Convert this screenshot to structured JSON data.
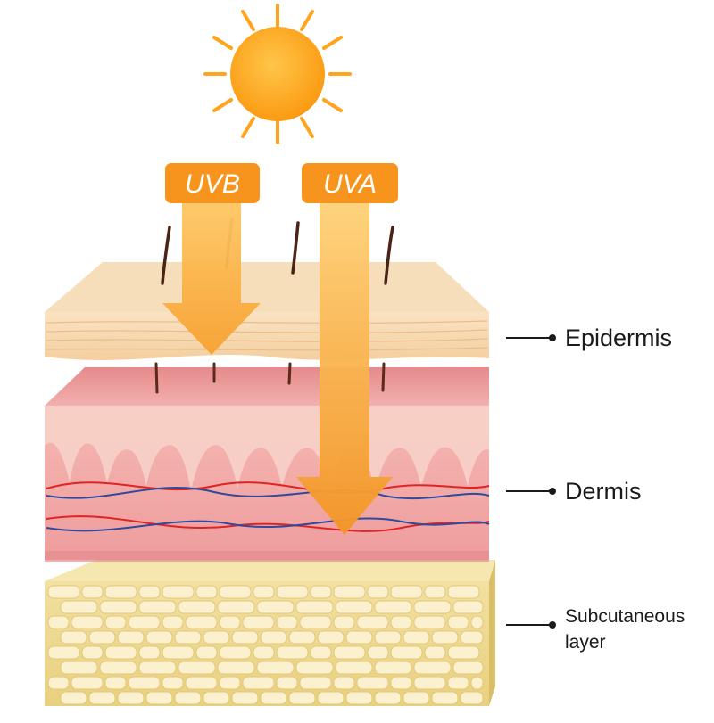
{
  "rays": {
    "uvb": {
      "label": "UVB"
    },
    "uva": {
      "label": "UVA"
    }
  },
  "layers": {
    "epidermis": {
      "label": "Epidermis"
    },
    "dermis": {
      "label": "Dermis"
    },
    "subcutaneous": {
      "label_line1": "Subcutaneous",
      "label_line2": "layer"
    }
  },
  "colors": {
    "sun": "#FFA41C",
    "uv_tag": "#F7941D",
    "epidermis": "#F9DDB4",
    "dermis": "#EE9E9E",
    "subcutaneous": "#EEDB92",
    "artery": "#E02424",
    "vein": "#2E4A9E"
  }
}
